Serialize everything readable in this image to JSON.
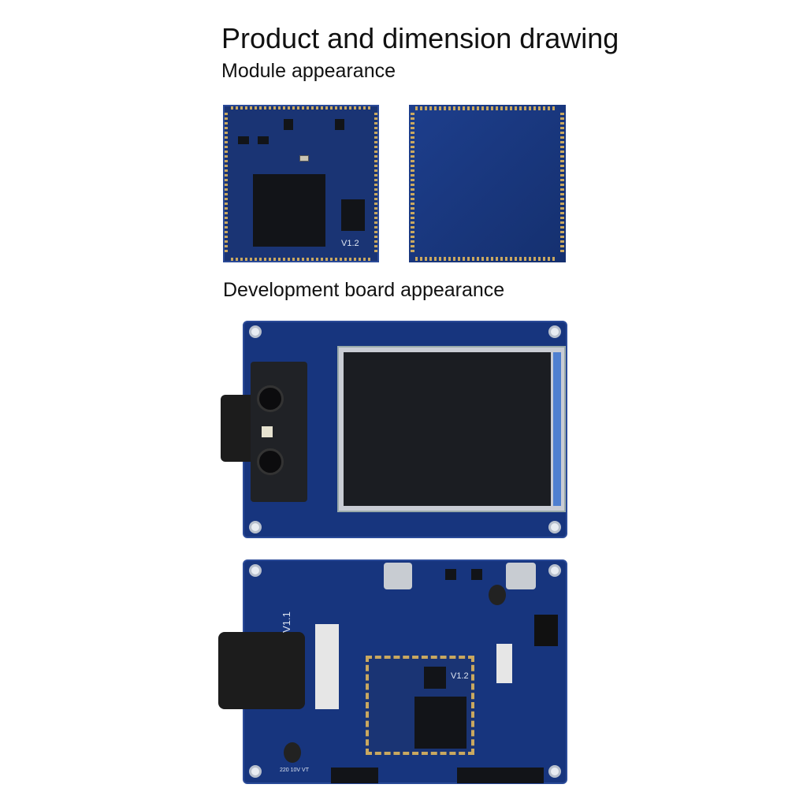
{
  "heading": "Product and dimension drawing",
  "module_section": {
    "title": "Module appearance",
    "front_label": "V1.2"
  },
  "devboard_section": {
    "title": "Development board appearance",
    "back_version": "V1.1",
    "module_version": "V1.2",
    "capacitor_label": "220 10V VT"
  },
  "colors": {
    "pcb": "#17357e",
    "gold": "#c9a860",
    "screen": "#1b1d22"
  }
}
